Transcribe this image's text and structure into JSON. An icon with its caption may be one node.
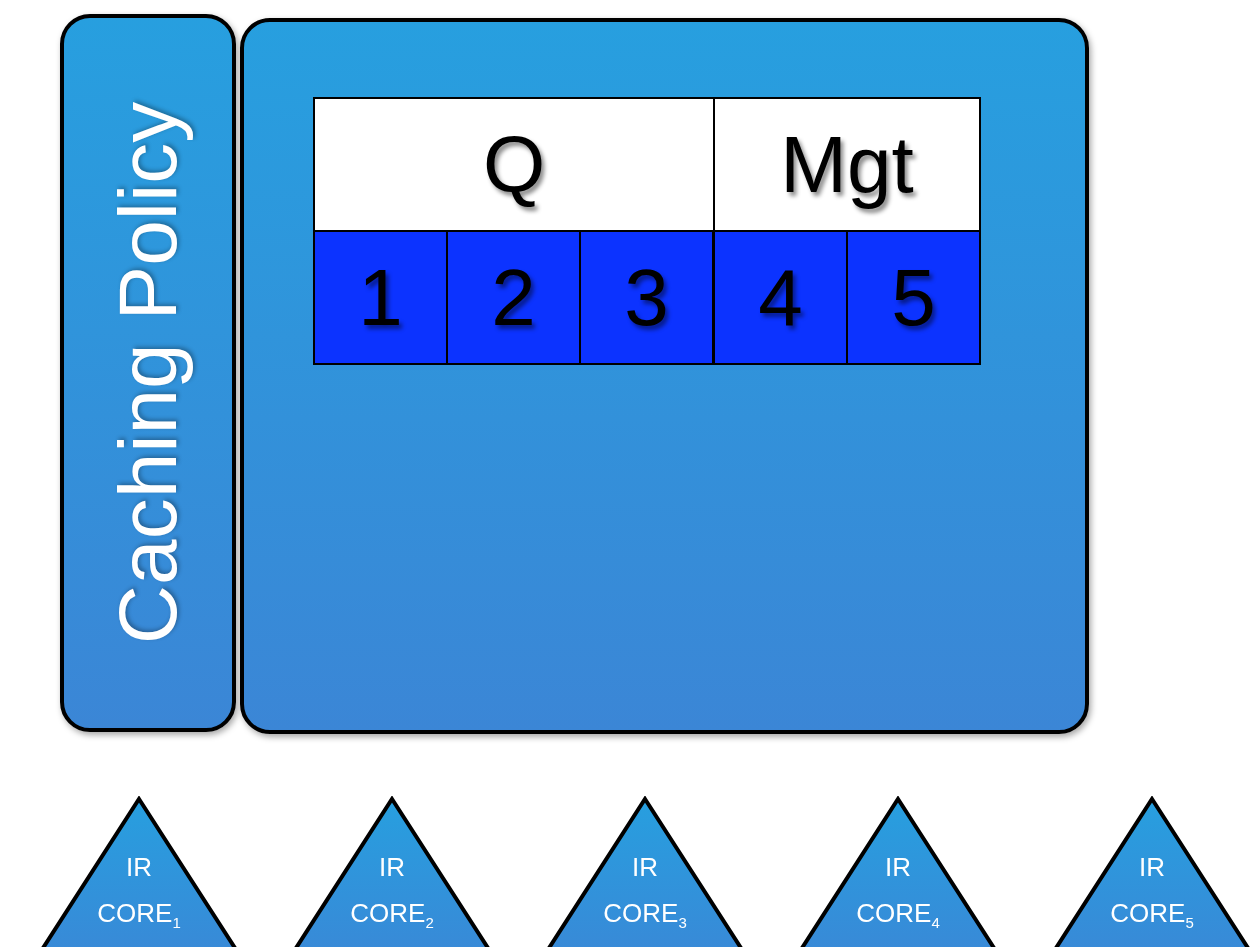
{
  "diagram": {
    "nodes": [
      {
        "text": [
          "Caching Policy"
        ]
      },
      {
        "text": [],
        "shape": "box"
      },
      {
        "text": [
          "Q"
        ],
        "in": 1
      },
      {
        "text": [
          "Mgt"
        ],
        "in": 1
      },
      {
        "text": [
          "1"
        ],
        "in": 1
      },
      {
        "text": [
          "2"
        ],
        "in": 1
      },
      {
        "text": [
          "3"
        ],
        "in": 1
      },
      {
        "text": [
          "4"
        ],
        "in": 1
      },
      {
        "text": [
          "5"
        ],
        "in": 1
      },
      {
        "text": [
          "IR CORE$_{1}$"
        ]
      },
      {
        "text": [
          "IR CORE$_{2}$"
        ]
      },
      {
        "text": [
          "IR CORE$_{3}$"
        ]
      },
      {
        "text": [
          "IR CORE$_{4}$"
        ]
      },
      {
        "text": [
          "IR CORE$_{5}$"
        ]
      }
    ],
    "edges": []
  }
}
